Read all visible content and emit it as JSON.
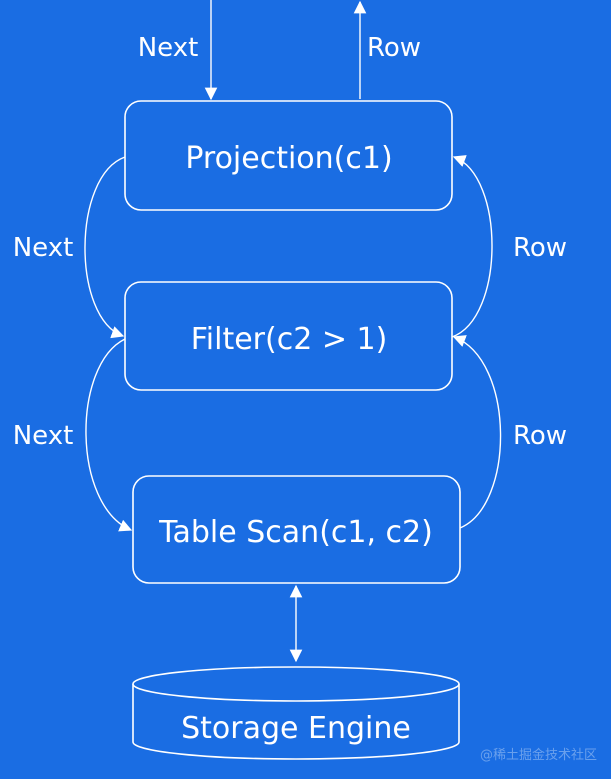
{
  "colors": {
    "background": "#1a6de3",
    "foreground": "#ffffff"
  },
  "top_labels": {
    "next": "Next",
    "row": "Row"
  },
  "nodes": {
    "projection": "Projection(c1)",
    "filter": "Filter(c2 > 1)",
    "table_scan": "Table Scan(c1, c2)",
    "storage": "Storage Engine"
  },
  "side_labels": {
    "next_upper": "Next",
    "row_upper": "Row",
    "next_lower": "Next",
    "row_lower": "Row"
  },
  "watermark": "@稀土掘金技术社区"
}
